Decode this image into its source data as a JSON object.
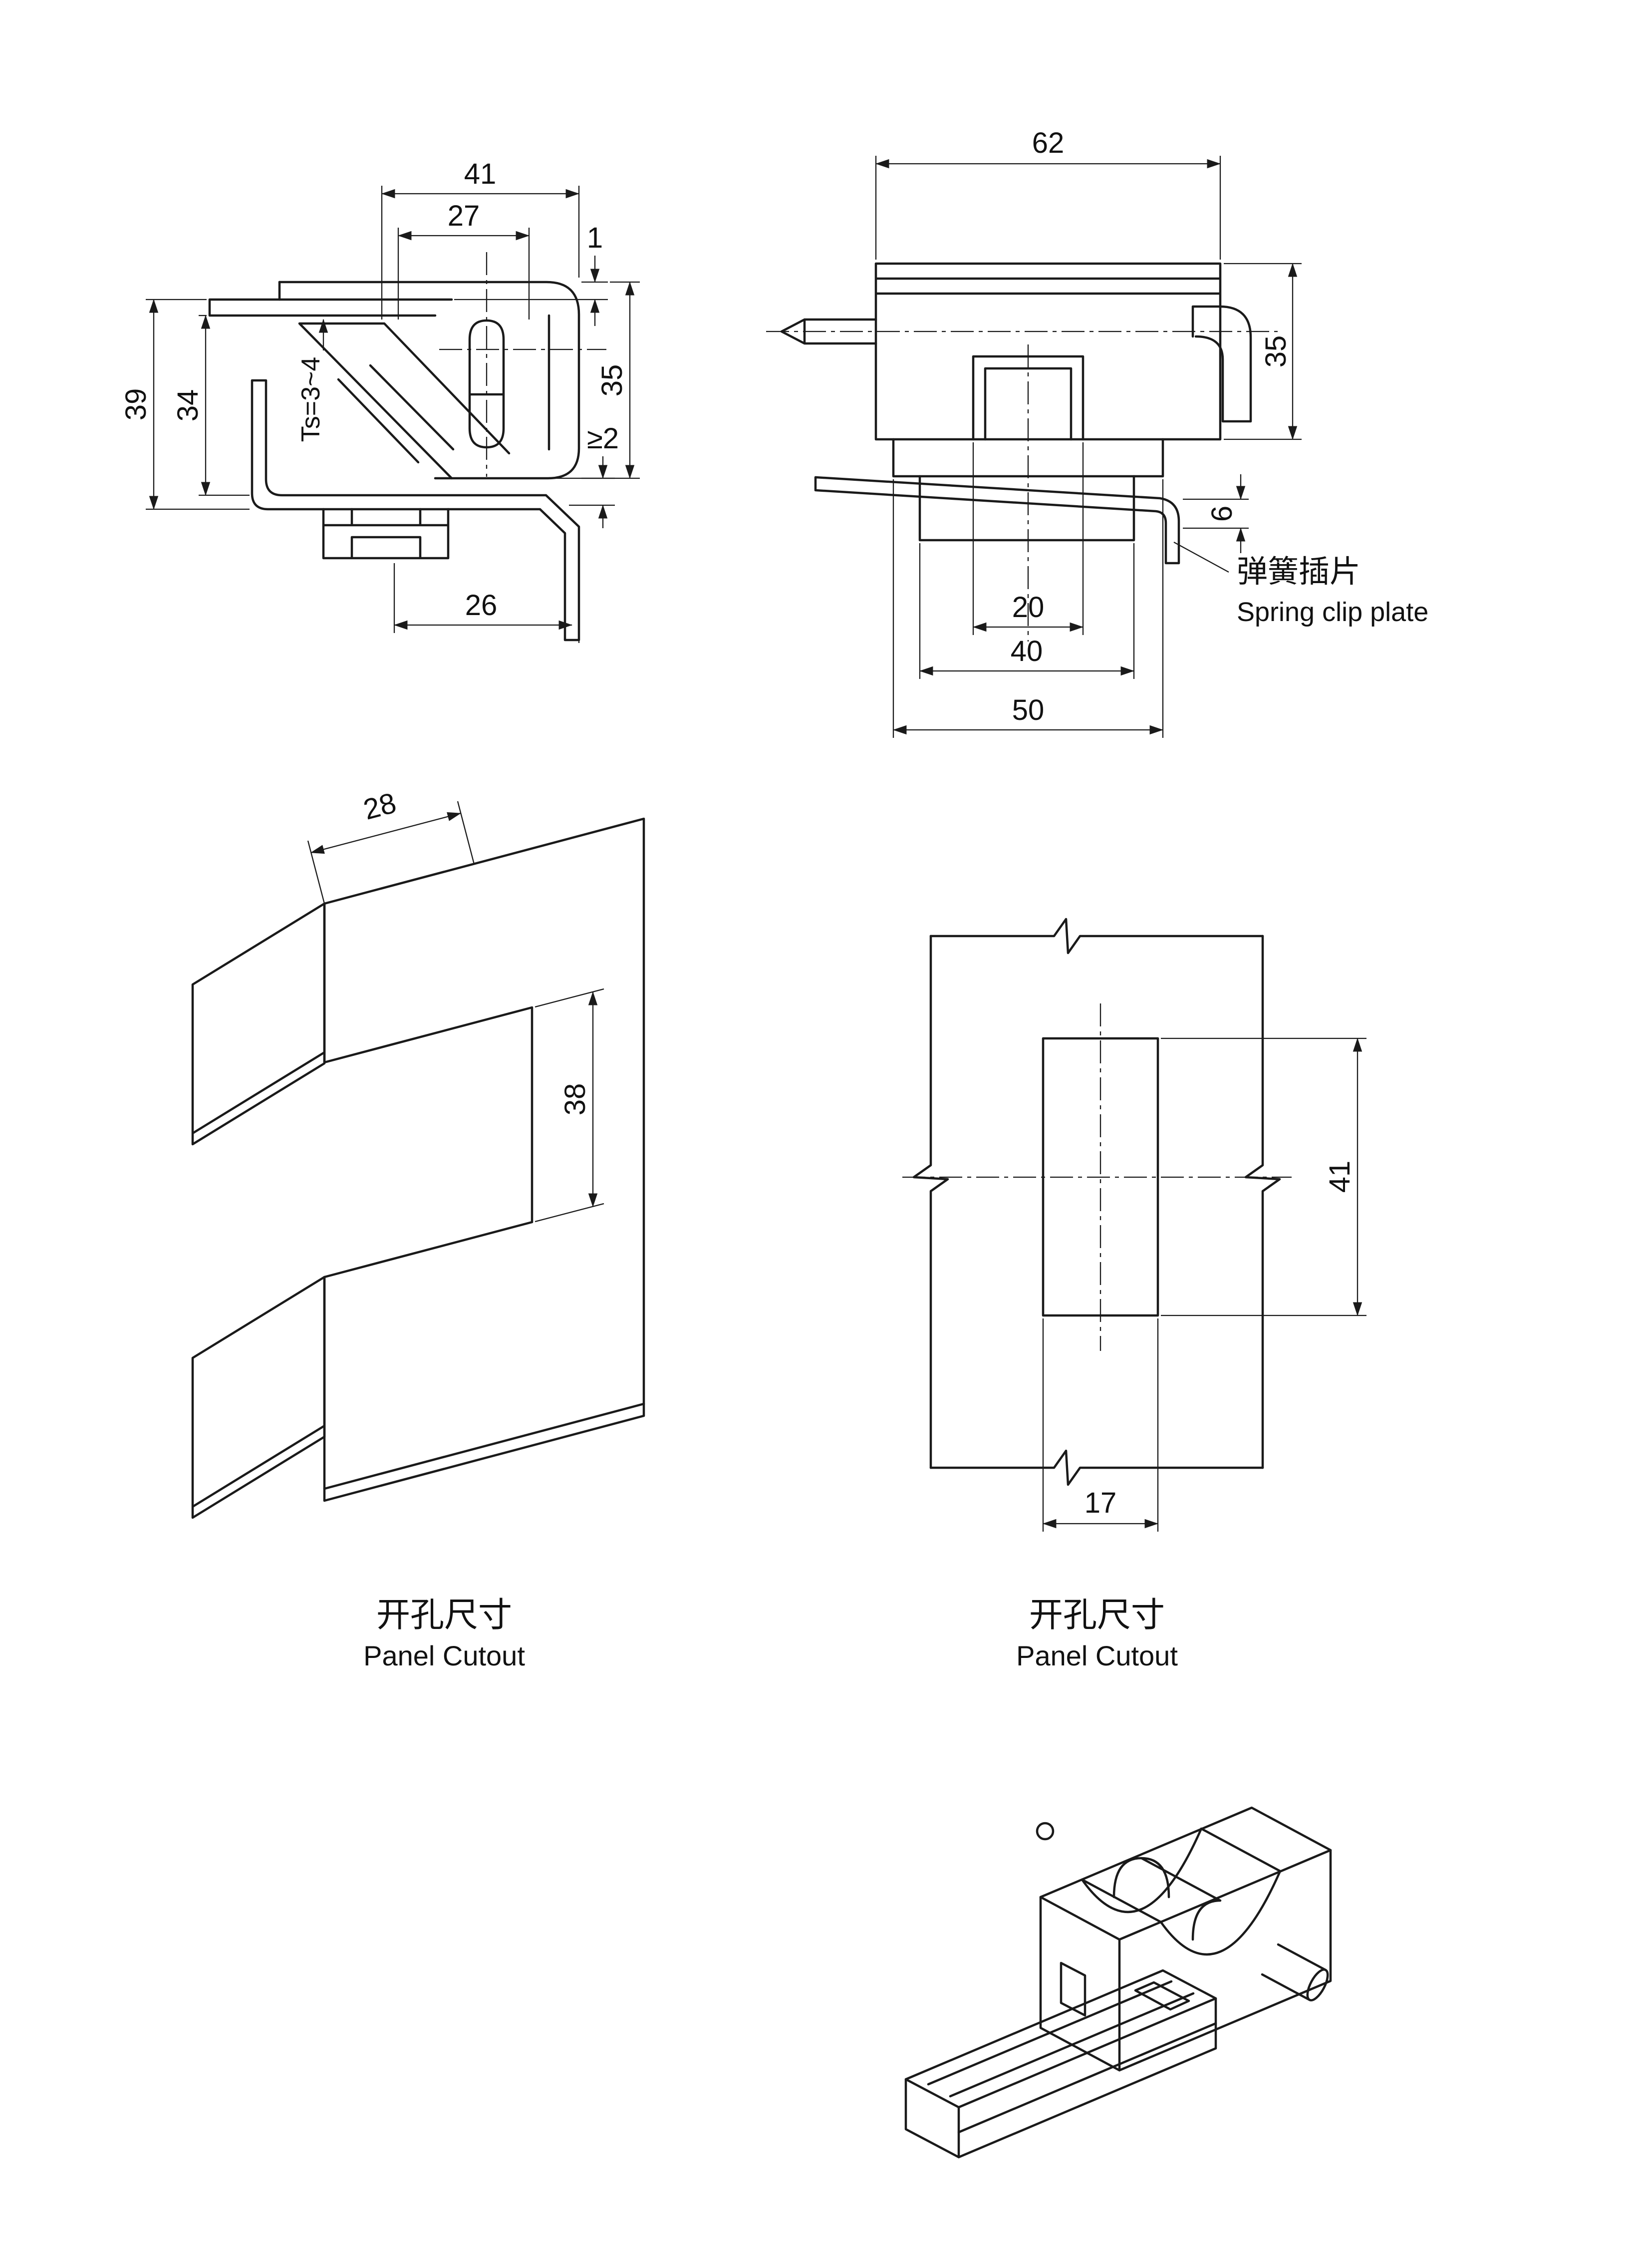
{
  "colors": {
    "ink": "#1a1a1a",
    "background": "#ffffff"
  },
  "views": {
    "side": {
      "dims": {
        "w41": "41",
        "w27": "27",
        "g1": "1",
        "h35": "35",
        "h39": "39",
        "h34": "34",
        "ts": "Ts=3~4",
        "ge2": "≥2",
        "w26": "26"
      }
    },
    "front": {
      "dims": {
        "w62": "62",
        "h35": "35",
        "t6": "6",
        "w20": "20",
        "w40": "40",
        "w50": "50"
      },
      "callout": {
        "cn": "弹簧插片",
        "en": "Spring clip plate"
      }
    },
    "cutout_iso": {
      "dims": {
        "w28": "28",
        "h38": "38"
      },
      "caption": {
        "cn": "开孔尺寸",
        "en": "Panel Cutout"
      }
    },
    "cutout_flat": {
      "dims": {
        "h41": "41",
        "w17": "17"
      },
      "caption": {
        "cn": "开孔尺寸",
        "en": "Panel Cutout"
      }
    }
  }
}
